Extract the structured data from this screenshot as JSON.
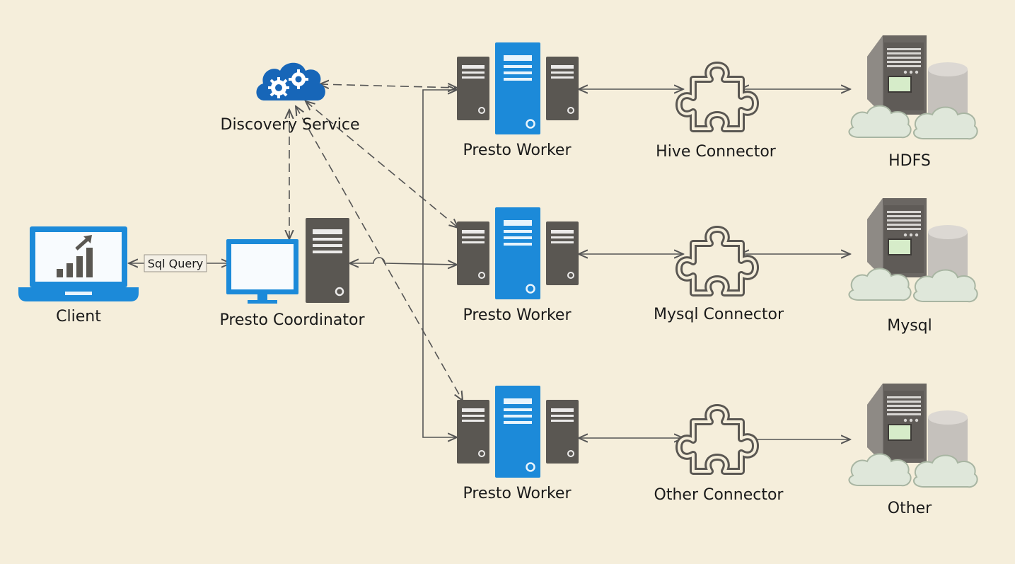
{
  "labels": {
    "discovery": "Discovery Service",
    "client": "Client",
    "coordinator": "Presto Coordinator",
    "sql_query": "Sql Query",
    "worker1": "Presto Worker",
    "worker2": "Presto Worker",
    "worker3": "Presto Worker",
    "connector1": "Hive Connector",
    "connector2": "Mysql Connector",
    "connector3": "Other Connector",
    "store1": "HDFS",
    "store2": "Mysql",
    "store3": "Other"
  },
  "colors": {
    "background": "#f5eedb",
    "accent_blue": "#1c8ad9",
    "server_gray": "#5a5752",
    "line": "#555555"
  },
  "icons": [
    "cloud-gears-icon",
    "laptop-chart-icon",
    "monitor-icon",
    "server-icon",
    "puzzle-piece-icon",
    "database-cloud-icon"
  ]
}
